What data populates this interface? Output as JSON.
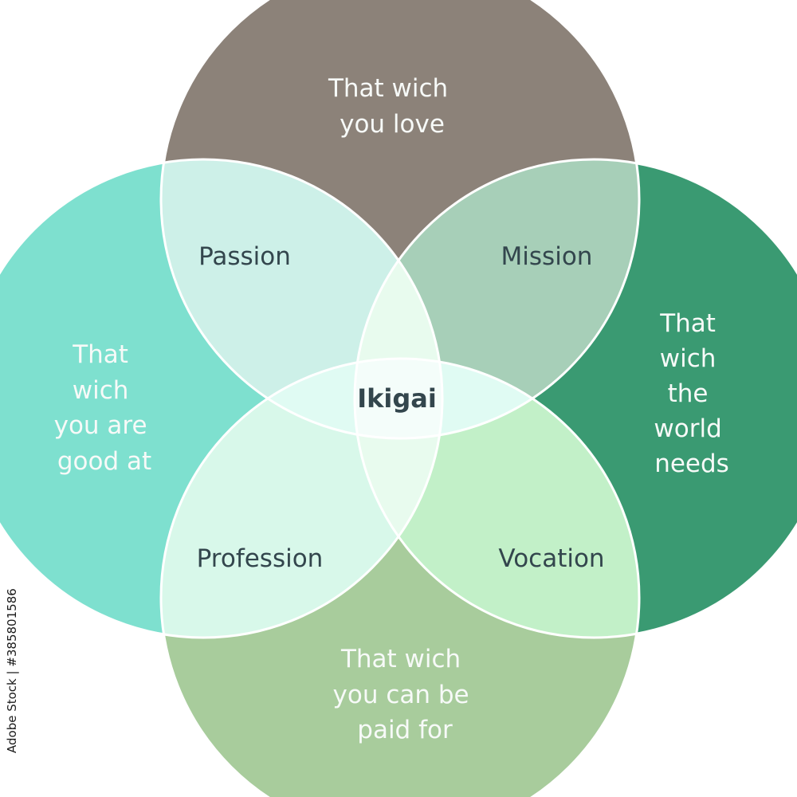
{
  "circles": {
    "love": {
      "lines": [
        "That wich",
        "you love"
      ],
      "color": "#8c8279"
    },
    "good": {
      "lines": [
        "That",
        "wich",
        "you are",
        "good at"
      ],
      "color": "#7ee0cf"
    },
    "world": {
      "lines": [
        "That",
        "wich",
        "the",
        "world",
        "needs"
      ],
      "color": "#3a9a72"
    },
    "paid": {
      "lines": [
        "That wich",
        "you can be",
        "paid for"
      ],
      "color": "#a8cc9c"
    }
  },
  "overlaps": {
    "passion": {
      "label": "Passion",
      "color": "#cdf0e8"
    },
    "mission": {
      "label": "Mission",
      "color": "#a7cfb8"
    },
    "profession": {
      "label": "Profession",
      "color": "#d8f8ea"
    },
    "vocation": {
      "label": "Vocation",
      "color": "#c2f0c8"
    },
    "center": {
      "label": "Ikigai"
    }
  },
  "stock_id": "Adobe Stock | #385801586"
}
